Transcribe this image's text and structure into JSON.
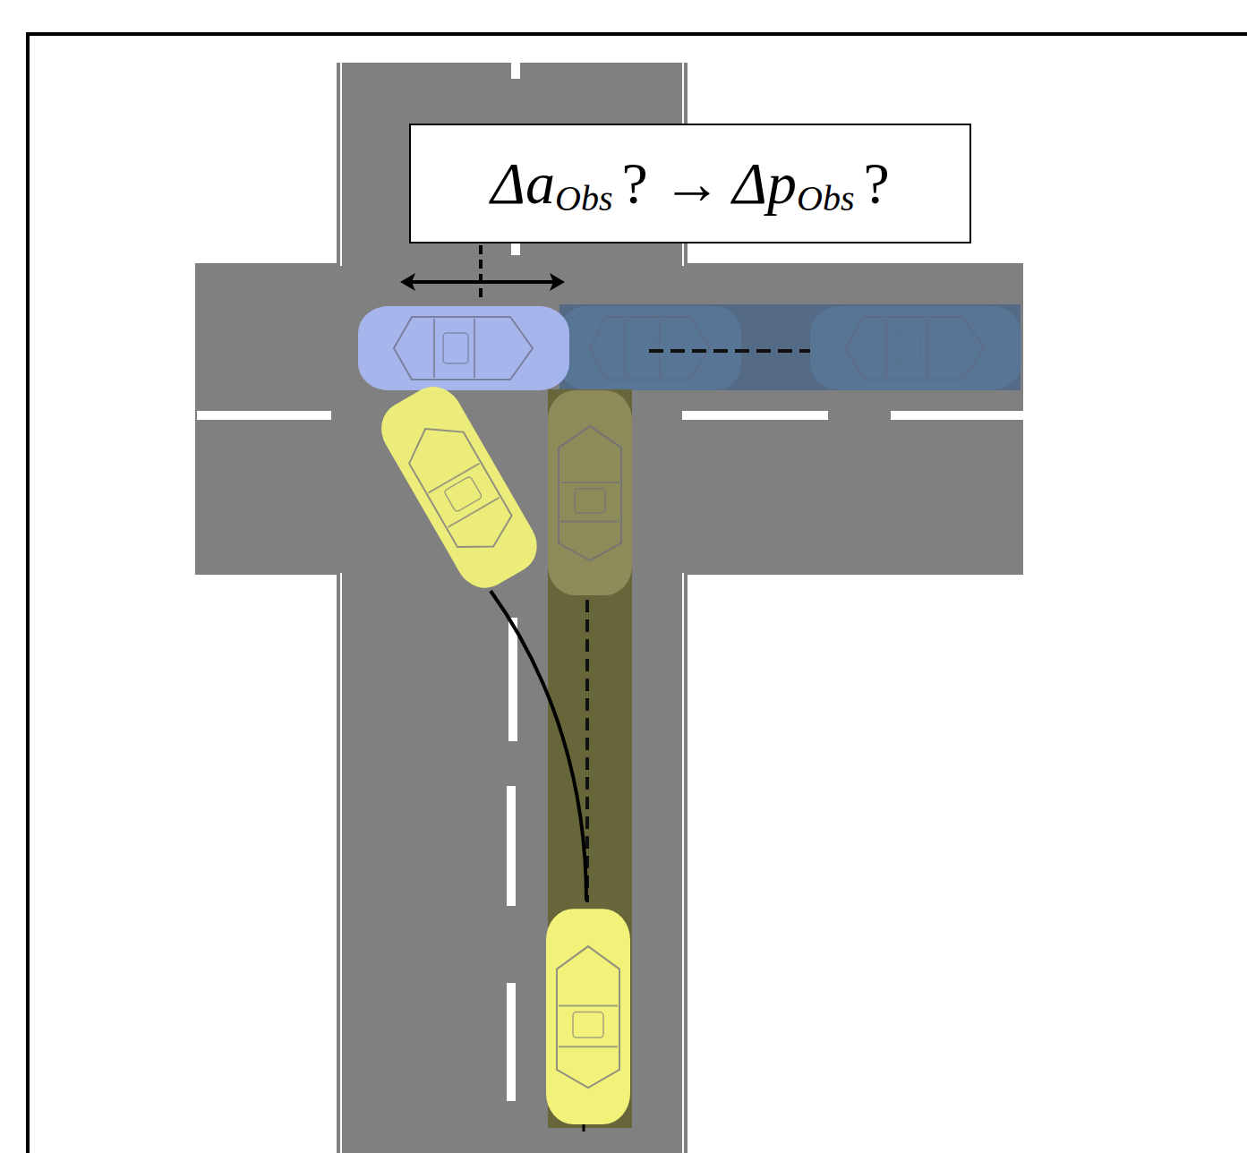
{
  "diagram": {
    "nodes": [
      {
        "text": [
          "Δa",
          "Obs",
          "? →",
          "Δp",
          "Obs",
          "?"
        ]
      }
    ]
  }
}
